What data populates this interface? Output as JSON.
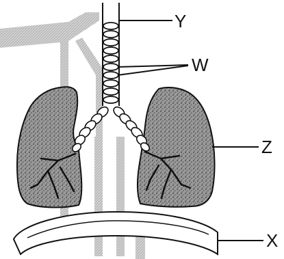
{
  "diagram": {
    "labels": {
      "trachea": "Y",
      "cartilage_rings": "W",
      "lung": "Z",
      "diaphragm": "X"
    },
    "colors": {
      "ink": "#111111",
      "lung_fill": "#8f8f8f",
      "background_shading": "#c9c9c9",
      "ring_fill": "#ffffff"
    }
  }
}
